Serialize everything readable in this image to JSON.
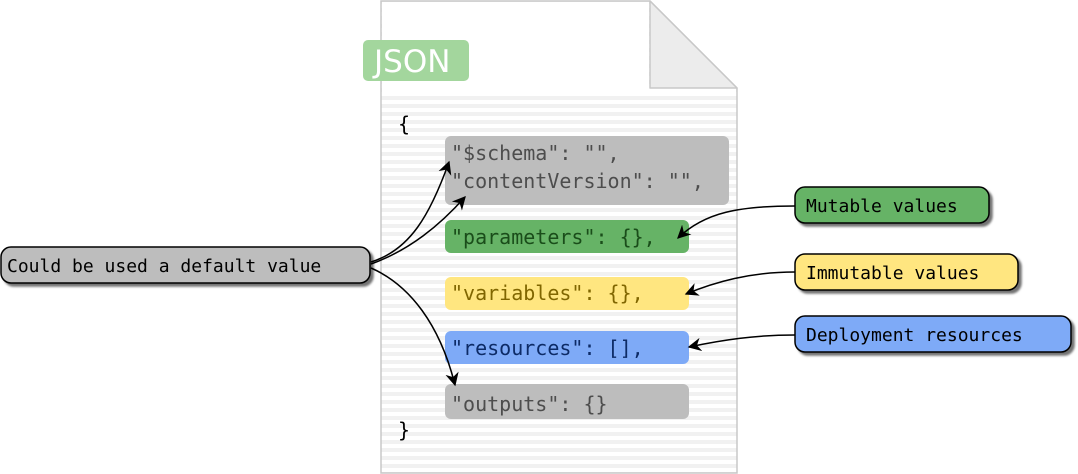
{
  "badge": {
    "label": "JSON",
    "color": "#a3d69d"
  },
  "code": {
    "open_brace": "{",
    "close_brace": "}",
    "schema_line": "\"$schema\": \"\",",
    "content_version_line": "\"contentVersion\": \"\",",
    "parameters_line": "\"parameters\": {},",
    "variables_line": "\"variables\": {},",
    "resources_line": "\"resources\": [],",
    "outputs_line": "\"outputs\": {}"
  },
  "labels": {
    "default_value": "Could be used a default value",
    "mutable": "Mutable values",
    "immutable": "Immutable values",
    "deployment": "Deployment resources"
  },
  "colors": {
    "gray": "#bdbdbd",
    "green": "#66b366",
    "yellow": "#ffe680",
    "blue": "#7eaaf7",
    "green_text": "#1a4d1a",
    "yellow_text": "#806600",
    "blue_text": "#0d2b66",
    "gray_text": "#4d4d4d"
  }
}
